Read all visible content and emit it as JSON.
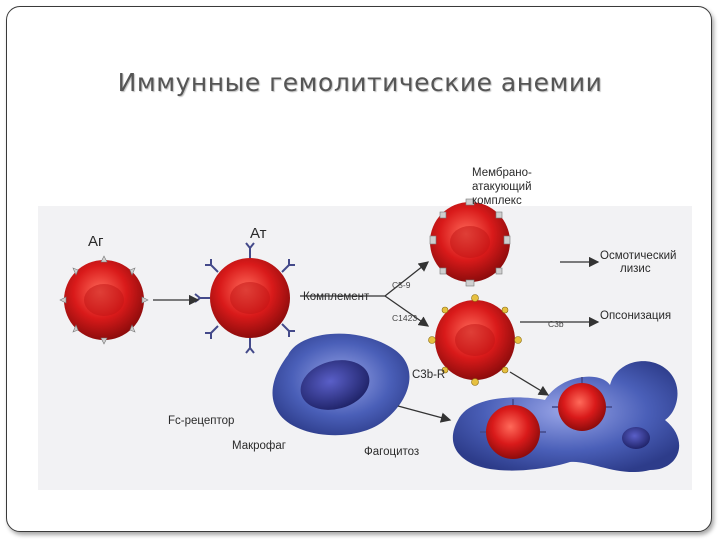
{
  "slide": {
    "title": "Иммунные гемолитические анемии"
  },
  "diagram": {
    "labels": {
      "ag": "Аг",
      "at": "Ат",
      "membrane_line1": "Мембрано-",
      "membrane_line2": "атакующий",
      "membrane_line3": "комплекс",
      "osmotic_line1": "Осмотический",
      "osmotic_line2": "лизис",
      "complement": "Комплемент",
      "c59": "С5-9",
      "c1423": "С1423",
      "c3b": "С3b",
      "opsonization": "Опсонизация",
      "c3b_r": "С3b-R",
      "fc_receptor": "Fc-рецептор",
      "macrophage": "Макрофаг",
      "phagocytosis": "Фагоцитоз"
    },
    "colors": {
      "erythrocyte": "#d91a1a",
      "erythrocyte_dark": "#8e0c0c",
      "macrophage": "#4a5fb8",
      "macrophage_nucleus": "#2a2f7a",
      "background_panel": "#f2f2f4"
    }
  }
}
